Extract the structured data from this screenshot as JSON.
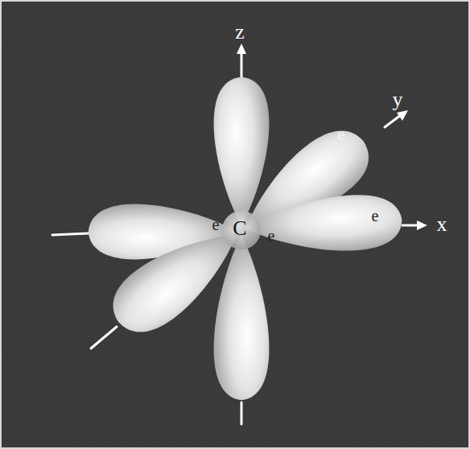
{
  "diagram": {
    "labels": [
      "z",
      "y",
      "e",
      "e",
      "x",
      "e",
      "C",
      "e"
    ]
  }
}
